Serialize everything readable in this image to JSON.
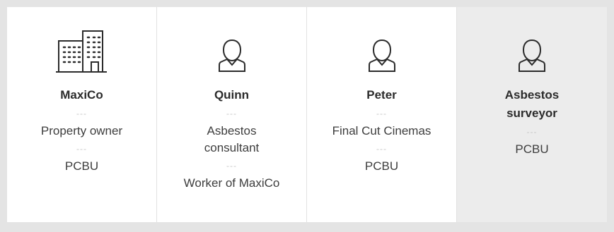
{
  "cards": [
    {
      "icon": "building-icon",
      "name": "MaxiCo",
      "sep1": "---",
      "role": "Property owner",
      "sep2": "---",
      "status": "PCBU"
    },
    {
      "icon": "person-icon",
      "name": "Quinn",
      "sep1": "---",
      "role": "Asbestos consultant",
      "sep2": "---",
      "status": "Worker of MaxiCo"
    },
    {
      "icon": "person-icon",
      "name": "Peter",
      "sep1": "---",
      "role": "Final Cut Cinemas",
      "sep2": "---",
      "status": "PCBU"
    },
    {
      "icon": "person-icon",
      "name": "Asbestos surveyor",
      "sep1": "---",
      "status": "PCBU"
    }
  ],
  "colors": {
    "card_bg": "#ffffff",
    "highlight_bg": "#ececec",
    "page_bg": "#e4e4e4"
  }
}
